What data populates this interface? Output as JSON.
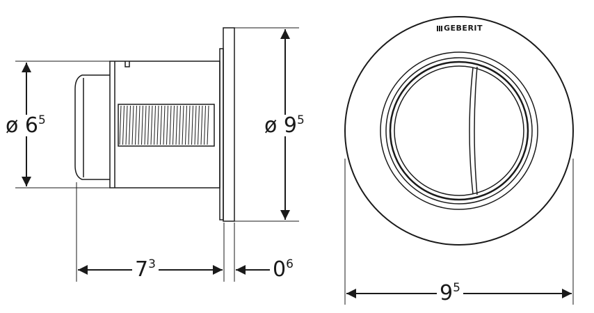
{
  "diagram": {
    "brand": "GEBERIT",
    "dimensions": {
      "diameter_small": {
        "prefix": "ø 6",
        "sup": "5"
      },
      "diameter_large": {
        "prefix": "ø 9",
        "sup": "5"
      },
      "depth": {
        "prefix": "7",
        "sup": "3"
      },
      "plate_thickness": {
        "prefix": "0",
        "sup": "6"
      },
      "front_diameter": {
        "prefix": "9",
        "sup": "5"
      }
    }
  },
  "colors": {
    "line": "#1a1a1a",
    "background": "#ffffff"
  }
}
